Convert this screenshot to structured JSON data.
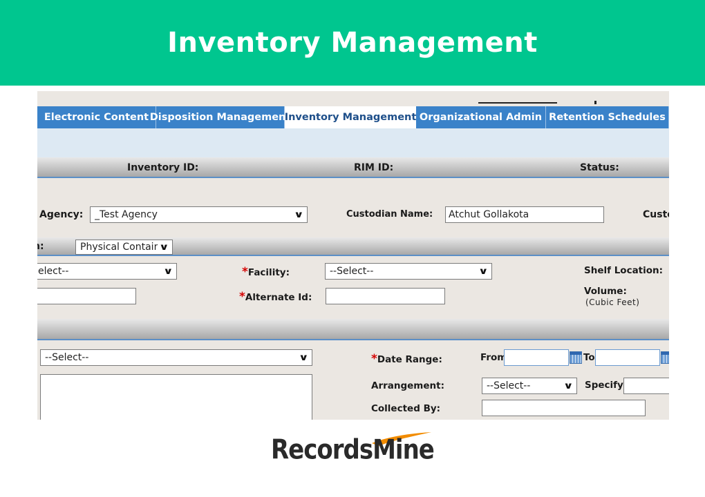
{
  "banner": {
    "title": "Inventory Management"
  },
  "tabs": [
    {
      "label": "Electronic Content"
    },
    {
      "label": "Disposition Management"
    },
    {
      "label": "Inventory Management"
    },
    {
      "label": "Organizational Admin"
    },
    {
      "label": "Retention Schedules"
    }
  ],
  "header_bar": {
    "inventory_id": "Inventory ID:",
    "rim_id": "RIM ID:",
    "status": "Status:"
  },
  "agency": {
    "label": "Agency:",
    "value": "_Test Agency"
  },
  "custodian": {
    "label": "Custodian Name:",
    "value": "Atchut Gollakota",
    "cut_label": "Custo"
  },
  "type_row": {
    "cut_label": "n:",
    "value": "Physical Container"
  },
  "form": {
    "cut_select_value": "elect--",
    "facility": {
      "label": "Facility:",
      "value": "--Select--"
    },
    "shelf_location": {
      "label": "Shelf Location:"
    },
    "alternate_id": {
      "label": "Alternate Id:",
      "value": ""
    },
    "volume": {
      "label": "Volume:",
      "unit": "(Cubic Feet)"
    }
  },
  "details": {
    "select_value": "--Select--",
    "date_range": {
      "label": "Date Range:",
      "from_label": "From",
      "to_label": "To",
      "from_value": "",
      "to_value": ""
    },
    "arrangement": {
      "label": "Arrangement:",
      "value": "--Select--"
    },
    "specify": {
      "label": "Specify:",
      "value": ""
    },
    "collected_by": {
      "label": "Collected By:",
      "value": ""
    }
  },
  "logo": {
    "text": "RecordsMine",
    "swoosh_color": "#f28c00"
  },
  "colors": {
    "banner": "#00c68f",
    "tab_bar": "#3a82c9",
    "active_tab_text": "#1e4f8a",
    "required": "#d40000",
    "form_bg": "#ebe7e2"
  }
}
